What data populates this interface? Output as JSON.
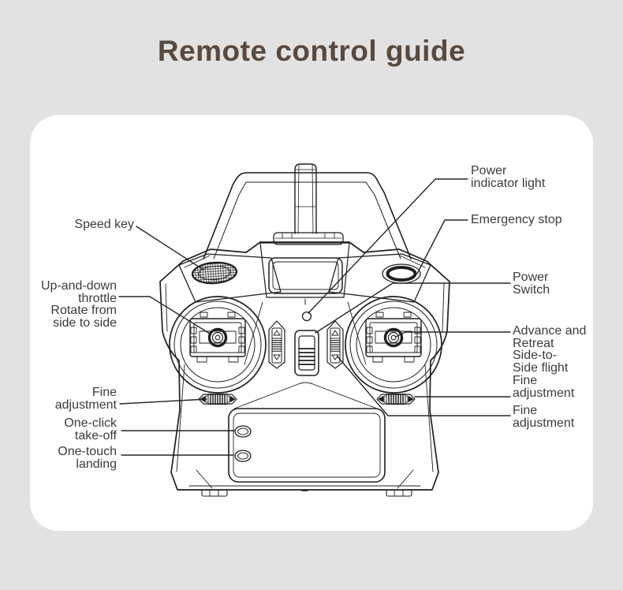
{
  "title": "Remote control guide",
  "colors": {
    "background": "#e2e2e2",
    "card": "#ffffff",
    "title_text": "#584a40",
    "label_text": "#3b3b3b",
    "line_art": "#1f1f1f"
  },
  "labels": {
    "speed_key": {
      "lines": [
        "Speed key"
      ]
    },
    "up_down_throttle": {
      "lines": [
        "Up-and-down",
        "throttle",
        "Rotate from",
        "side to side"
      ]
    },
    "fine_adjustment_left": {
      "lines": [
        "Fine",
        "adjustment"
      ]
    },
    "one_click_takeoff": {
      "lines": [
        "One-click",
        "take-off"
      ]
    },
    "one_touch_landing": {
      "lines": [
        "One-touch",
        "landing"
      ]
    },
    "power_indicator": {
      "lines": [
        "Power",
        "indicator light"
      ]
    },
    "emergency_stop": {
      "lines": [
        "Emergency stop"
      ]
    },
    "power_switch": {
      "lines": [
        "Power",
        "Switch"
      ]
    },
    "advance_retreat": {
      "lines": [
        "Advance and",
        "Retreat",
        "Side-to-",
        "Side flight"
      ]
    },
    "fine_adjustment_right_upper": {
      "lines": [
        "Fine",
        "adjustment"
      ]
    },
    "fine_adjustment_right_lower": {
      "lines": [
        "Fine",
        "adjustment"
      ]
    }
  }
}
